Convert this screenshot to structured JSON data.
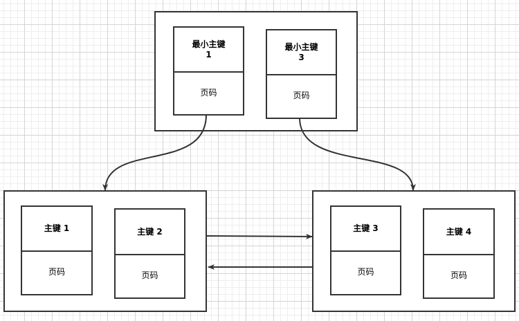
{
  "root_page": {
    "entries": [
      {
        "key": "最小主键\n1",
        "page": "页码"
      },
      {
        "key": "最小主键\n3",
        "page": "页码"
      }
    ]
  },
  "leaf_pages": [
    {
      "entries": [
        {
          "key": "主键 1",
          "page": "页码"
        },
        {
          "key": "主键 2",
          "page": "页码"
        }
      ]
    },
    {
      "entries": [
        {
          "key": "主键 3",
          "page": "页码"
        },
        {
          "key": "主键 4",
          "page": "页码"
        }
      ]
    }
  ],
  "colors": {
    "stroke": "#333333",
    "background": "#ffffff",
    "grid": "#d4d4d4"
  }
}
